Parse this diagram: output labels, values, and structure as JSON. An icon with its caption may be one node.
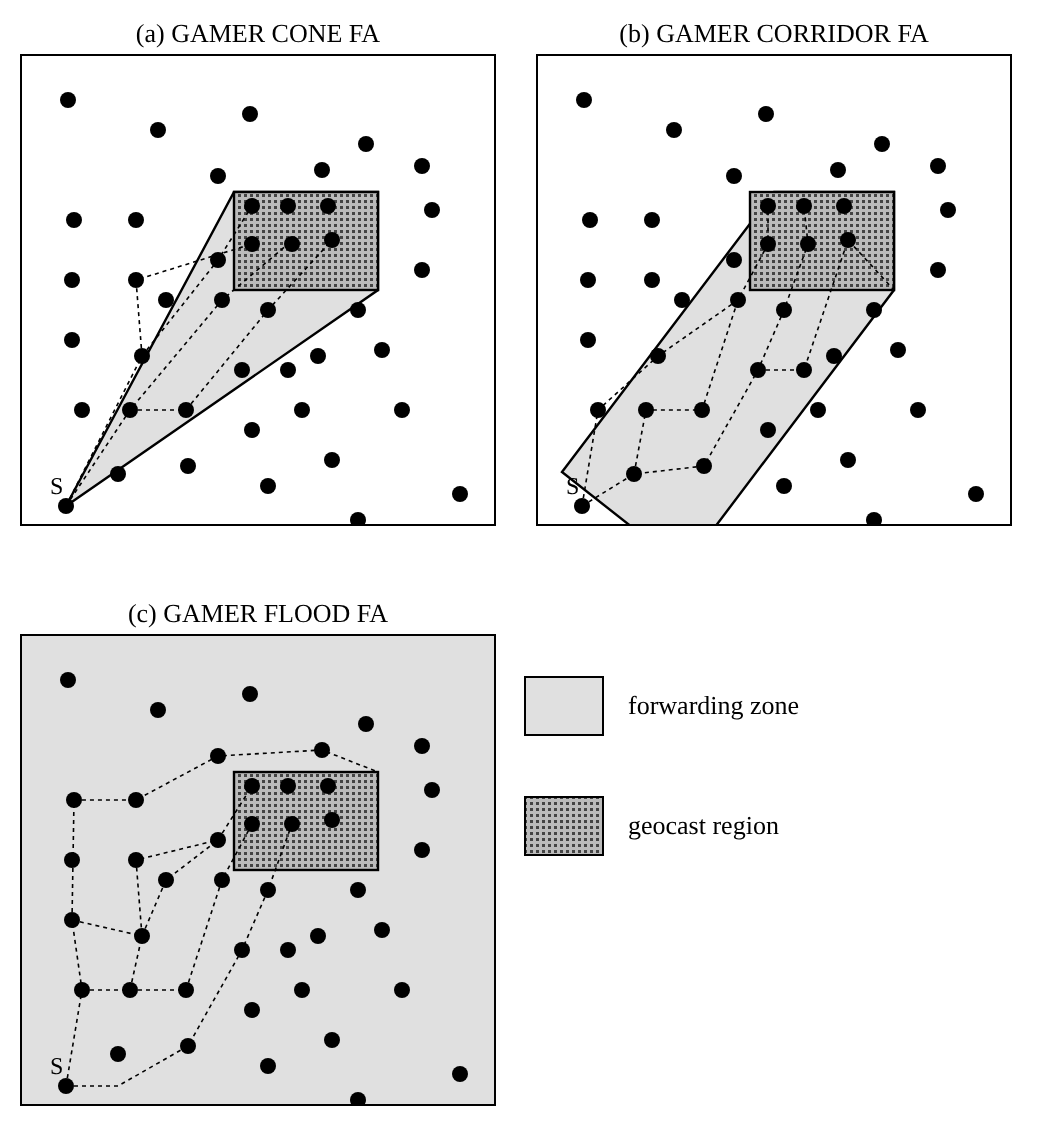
{
  "diagram": {
    "nodes": [
      {
        "text": [
          "(a) GAMER CONE FA"
        ]
      },
      {
        "text": [
          "(b) GAMER CORRIDOR FA"
        ]
      },
      {
        "text": [
          "(c) GAMER FLOOD FA"
        ]
      }
    ],
    "labels": [
      "S",
      "S",
      "S"
    ],
    "legend": [
      {
        "text": "forwarding zone",
        "color": "#e0e0e0"
      },
      {
        "text": "geocast region"
      }
    ]
  }
}
